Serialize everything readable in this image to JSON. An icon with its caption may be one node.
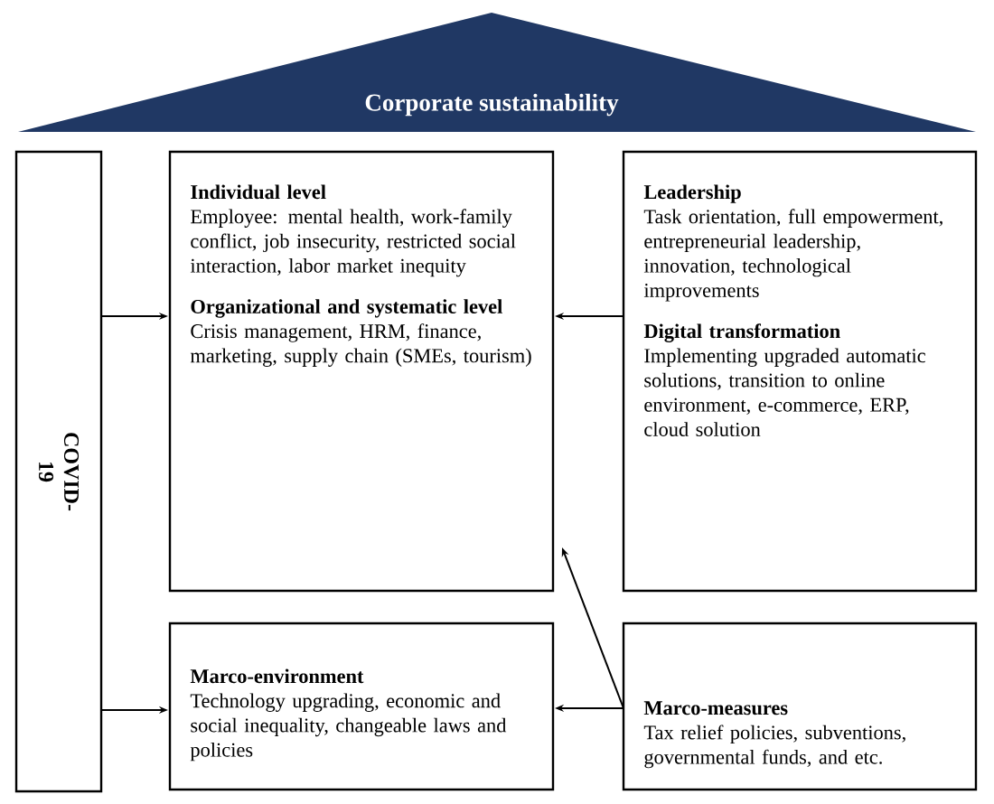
{
  "diagram": {
    "nodes": [
      {
        "text": [
          "Corporate sustainability"
        ]
      },
      {
        "text": [
          "COVID-19"
        ]
      },
      {
        "text": [
          "Individual level",
          "Employee: mental health, work-family conflict, job insecurity, restricted social interaction, labor market inequity",
          "Organizational and systematic level",
          "Crisis management, HRM, finance, marketing, supply chain (SMEs, tourism)"
        ]
      },
      {
        "text": [
          "Leadership",
          "Task orientation, full empowerment, entrepreneurial leadership, innovation, technological improvements",
          "Digital transformation",
          "Implementing upgraded automatic solutions, transition to online environment, e-commerce, ERP, cloud solution"
        ]
      },
      {
        "text": [
          "Marco-environment",
          "Technology upgrading, economic and social inequality, changeable laws and policies"
        ]
      },
      {
        "text": [
          "Marco-measures",
          "Tax relief policies, subventions, governmental funds, and etc."
        ]
      }
    ],
    "edges": [
      {
        "from": 1,
        "to": 2,
        "arrow": "to"
      },
      {
        "from": 1,
        "to": 4,
        "arrow": "to"
      },
      {
        "from": 3,
        "to": 2,
        "arrow": "to"
      },
      {
        "from": 5,
        "to": 4,
        "arrow": "to"
      },
      {
        "from": 5,
        "to": 2,
        "arrow": "to"
      }
    ]
  }
}
